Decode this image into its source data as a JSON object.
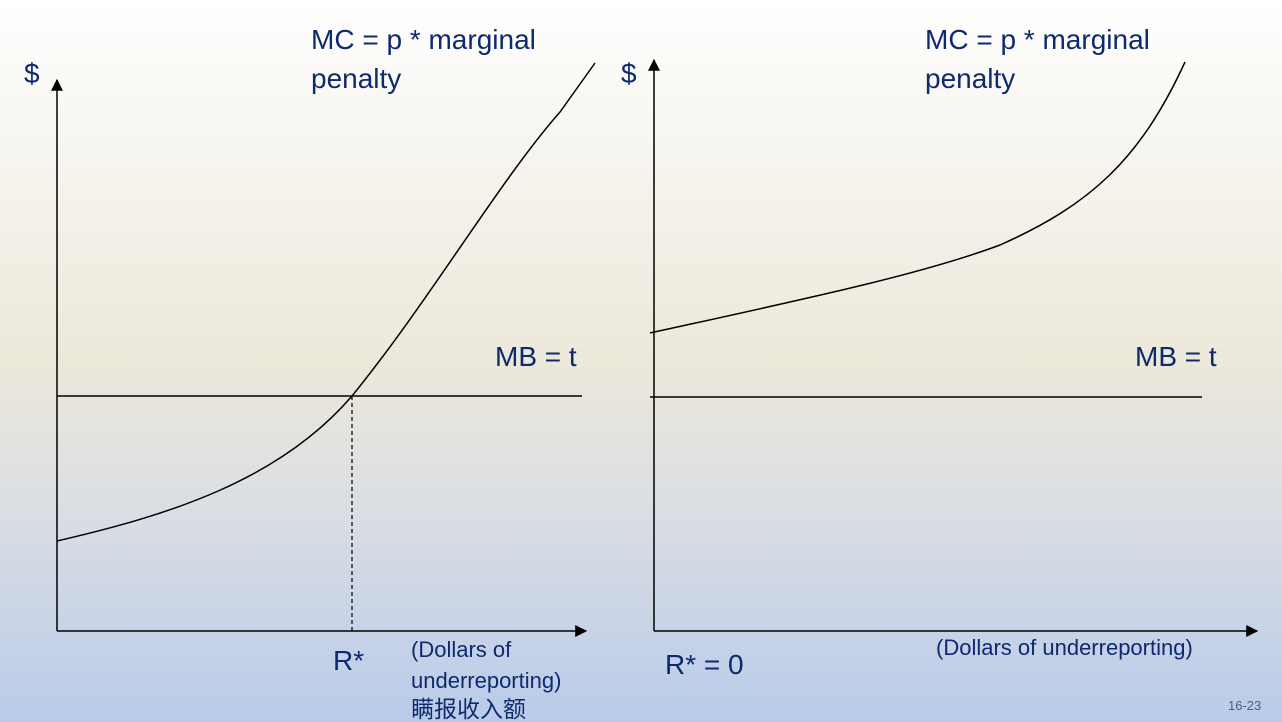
{
  "left_panel": {
    "y_axis_label": "$",
    "mc_label_line1": "MC = p * marginal",
    "mc_label_line2": "penalty",
    "mb_label": "MB = t",
    "r_star_label": "R*",
    "x_axis_label_line1": "(Dollars of",
    "x_axis_label_line2": "underreporting)",
    "x_axis_label_line3": "瞒报收入额"
  },
  "right_panel": {
    "y_axis_label": "$",
    "mc_label_line1": "MC = p * marginal",
    "mc_label_line2": "penalty",
    "mb_label": "MB = t",
    "r_star_label": "R* = 0",
    "x_axis_label": "(Dollars of underreporting)"
  },
  "page_number": "16-23",
  "colors": {
    "text": "#0d2a6e",
    "line": "#000000"
  }
}
